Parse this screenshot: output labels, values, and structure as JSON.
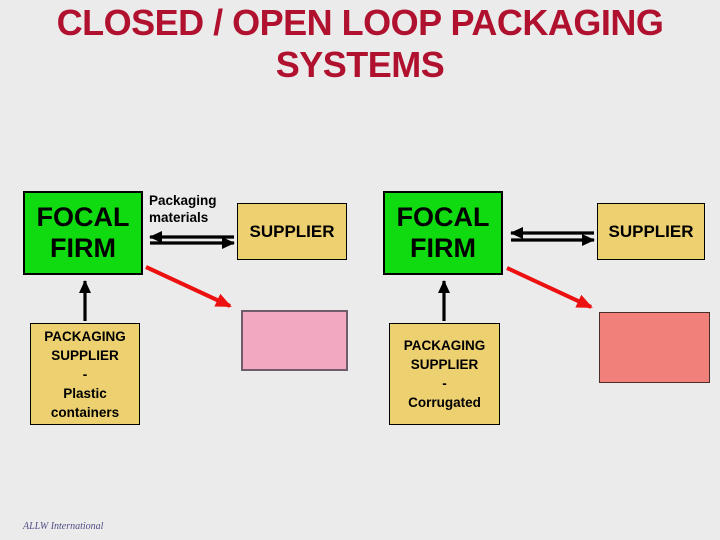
{
  "slide": {
    "title_line1": "CLOSED / OPEN LOOP PACKAGING",
    "title_line2": "SYSTEMS",
    "footer": "ALLW International"
  },
  "colors": {
    "background": "#EBEBEB",
    "title": "#B0112F",
    "focal_firm_fill": "#10DB10",
    "supplier_fill": "#EDD06F",
    "pink_box_fill": "#F3A8C1",
    "salmon_box_fill": "#F1807B",
    "black_arrow": "#000000",
    "red_arrow": "#EC1010",
    "footer_text": "#514F86"
  },
  "diagrams": [
    {
      "id": "closed-loop",
      "focal_firm": "FOCAL FIRM",
      "flow_label": "Packaging materials",
      "supplier": "SUPPLIER",
      "packaging_supplier_lines": [
        "PACKAGING SUPPLIER",
        "-",
        "Plastic containers"
      ]
    },
    {
      "id": "open-loop",
      "focal_firm": "FOCAL FIRM",
      "supplier": "SUPPLIER",
      "packaging_supplier_lines": [
        "PACKAGING SUPPLIER",
        "-",
        "Corrugated"
      ]
    }
  ]
}
